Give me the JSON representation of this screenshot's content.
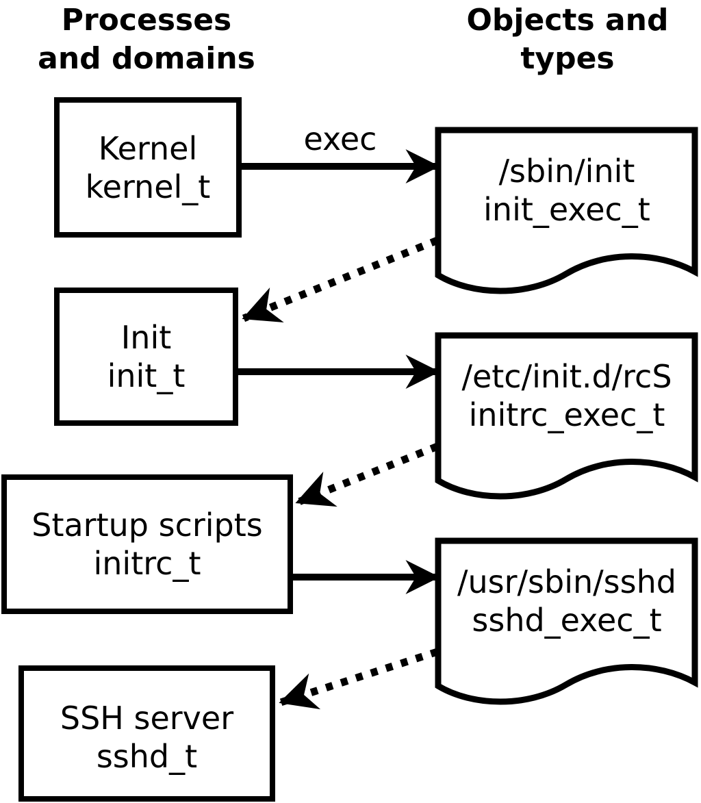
{
  "page": {
    "colors": {
      "foreground": "#000000",
      "background": "#ffffff"
    }
  },
  "diagram": {
    "left_column_header": {
      "line1": "Processes",
      "line2": "and domains"
    },
    "right_column_header": {
      "line1": "Objects and",
      "line2": "types"
    },
    "exec_arrow_label": "exec",
    "processes": [
      {
        "name": "Kernel",
        "domain": "kernel_t"
      },
      {
        "name": "Init",
        "domain": "init_t"
      },
      {
        "name": "Startup scripts",
        "domain": "initrc_t"
      },
      {
        "name": "SSH server",
        "domain": "sshd_t"
      }
    ],
    "objects": [
      {
        "path": "/sbin/init",
        "type": "init_exec_t"
      },
      {
        "path": "/etc/init.d/rcS",
        "type": "initrc_exec_t"
      },
      {
        "path": "/usr/sbin/sshd",
        "type": "sshd_exec_t"
      }
    ]
  }
}
